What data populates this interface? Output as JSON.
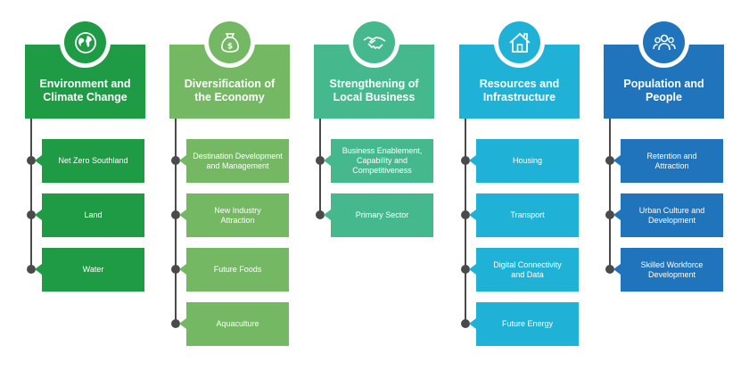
{
  "columns": [
    {
      "title": "Environment and\nClimate Change",
      "icon": "globe-icon",
      "colors": {
        "header": "#1f9a45",
        "item": "#1f9a45"
      },
      "items": [
        "Net Zero Southland",
        "Land",
        "Water"
      ]
    },
    {
      "title": "Diversification of\nthe Economy",
      "icon": "money-bag-icon",
      "colors": {
        "header": "#74b863",
        "item": "#74b863"
      },
      "items": [
        "Destination Development\nand Management",
        "New Industry\nAttraction",
        "Future Foods",
        "Aquaculture"
      ]
    },
    {
      "title": "Strengthening of\nLocal Business",
      "icon": "handshake-icon",
      "colors": {
        "header": "#45b88e",
        "item": "#45b88e"
      },
      "items": [
        "Business Enablement,\nCapability and\nCompetitiveness",
        "Primary Sector"
      ]
    },
    {
      "title": "Resources and\nInfrastructure",
      "icon": "house-icon",
      "colors": {
        "header": "#1fb2d6",
        "item": "#1fb2d6"
      },
      "items": [
        "Housing",
        "Transport",
        "Digital Connectivity\nand Data",
        "Future Energy"
      ]
    },
    {
      "title": "Population and\nPeople",
      "icon": "people-icon",
      "colors": {
        "header": "#1f74bb",
        "item": "#1f74bb"
      },
      "items": [
        "Retention and\nAttraction",
        "Urban Culture and\nDevelopment",
        "Skilled Workforce\nDevelopment"
      ]
    }
  ]
}
